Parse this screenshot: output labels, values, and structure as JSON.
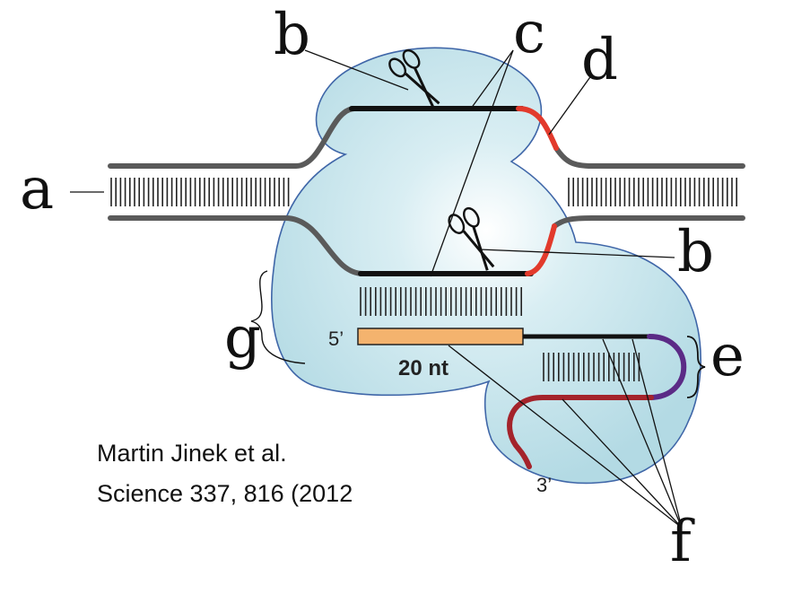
{
  "colors": {
    "protein_fill": "#b7dde6",
    "protein_stroke": "#3f66a8",
    "dna_strand": "#5a5a5a",
    "target_strand": "#111111",
    "pam": "#e23a2c",
    "guide_segment": "#f4b36e",
    "tracr_purple": "#5b2a86",
    "tracr_red": "#a4232b"
  },
  "labels": {
    "a": "a",
    "b_top": "b",
    "b_bottom": "b",
    "c": "c",
    "d": "d",
    "e": "e",
    "f": "f",
    "g": "g"
  },
  "annotations": {
    "five_prime": "5’",
    "three_prime": "3’",
    "guide_length": "20 nt"
  },
  "icons": [
    "scissors-icon",
    "scissors-icon"
  ],
  "citation": {
    "line1": "Martin Jinek et al.",
    "line2": "Science 337, 816 (2012"
  }
}
